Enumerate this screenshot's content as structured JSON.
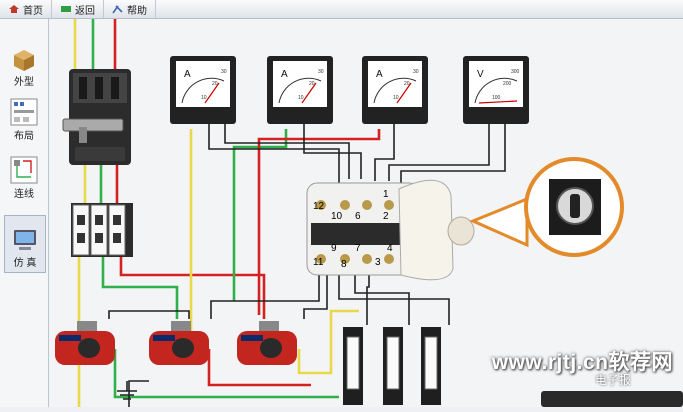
{
  "toolbar": {
    "items": [
      {
        "label": "首页",
        "icon": "home-icon"
      },
      {
        "label": "返回",
        "icon": "back-icon"
      },
      {
        "label": "帮助",
        "icon": "help-icon"
      }
    ]
  },
  "sidebar": {
    "items": [
      {
        "label": "外型",
        "icon": "box-icon"
      },
      {
        "label": "布局",
        "icon": "layout-icon"
      },
      {
        "label": "连线",
        "icon": "wiring-icon"
      },
      {
        "label": "仿 真",
        "icon": "computer-icon"
      }
    ]
  },
  "meters": [
    {
      "unit": "A",
      "scale": [
        "10",
        "20",
        "30"
      ]
    },
    {
      "unit": "A",
      "scale": [
        "10",
        "20",
        "30"
      ]
    },
    {
      "unit": "A",
      "scale": [
        "10",
        "20",
        "30"
      ]
    },
    {
      "unit": "V",
      "scale": [
        "100",
        "200",
        "300"
      ]
    }
  ],
  "switch_terminals": [
    "12",
    "1",
    "10",
    "6",
    "2",
    "9",
    "7",
    "11",
    "8",
    "3",
    "4"
  ],
  "watermark": {
    "text": "www.rjtj.cn软荐网",
    "sub": "电子报"
  },
  "colors": {
    "wire_red": "#d42222",
    "wire_green": "#2fb04a",
    "wire_yellow": "#e9d84a",
    "wire_black": "#222222",
    "bubble": "#e38a2a"
  }
}
